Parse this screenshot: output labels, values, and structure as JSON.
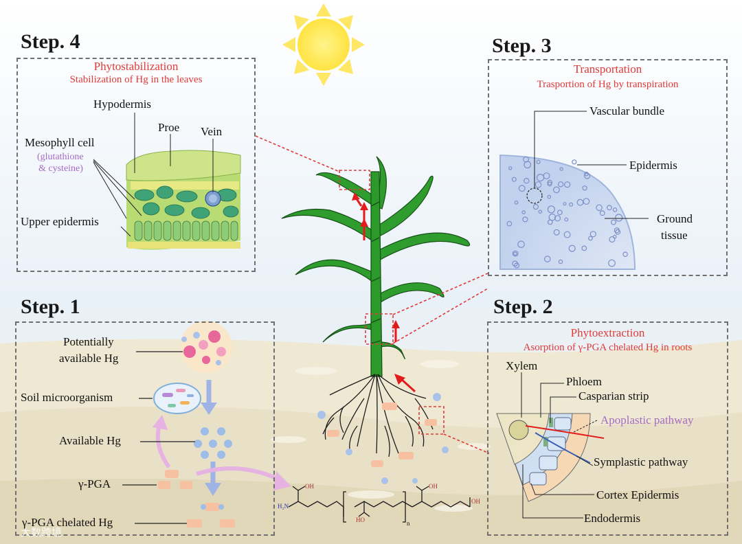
{
  "steps": {
    "s4": "Step. 4",
    "s3": "Step. 3",
    "s1": "Step. 1",
    "s2": "Step. 2"
  },
  "phytostabilization": {
    "title": "Phytostabilization",
    "subtitle": "Stabilization of Hg in the leaves",
    "hypodermis": "Hypodermis",
    "proe": "Proe",
    "vein": "Vein",
    "mesophyll": "Mesophyll cell",
    "glutathione": "(glutathione",
    "cysteine": "& cysteine)",
    "upper_epidermis": "Upper epidermis"
  },
  "transportation": {
    "title": "Transportation",
    "subtitle": "Trasportion of Hg by transpiration",
    "vascular_bundle": "Vascular bundle",
    "epidermis": "Epidermis",
    "ground": "Ground",
    "tissue": "tissue"
  },
  "soil": {
    "potentially": "Potentially",
    "available_hg_1": "available Hg",
    "microorganism": "Soil microorganism",
    "available_hg": "Available Hg",
    "pga": "γ-PGA",
    "chelated": "γ-PGA chelated Hg"
  },
  "phytoextraction": {
    "title": "Phytoextraction",
    "subtitle": "Asorption of γ-PGA chelated Hg in roots",
    "xylem": "Xylem",
    "phloem": "Phloem",
    "casparian": "Casparian strip",
    "apoplastic": "Apoplastic pathway",
    "symplastic": "Symplastic pathway",
    "cortex": "Cortex Epidermis",
    "endodermis": "Endodermis"
  },
  "chem": {
    "oh1": "OH",
    "oh2": "OH",
    "oh3": "OH",
    "ho": "HO",
    "h2n": "H₂N",
    "n": "n"
  },
  "watermark": "大数跨境",
  "colors": {
    "title_red": "#e03a3a",
    "stem_green": "#2c9a2a",
    "arrow_red": "#e21c1c",
    "flow_blue": "#9fb3e6",
    "flow_purple": "#d9a1d9",
    "soil": "#efe9d6"
  }
}
